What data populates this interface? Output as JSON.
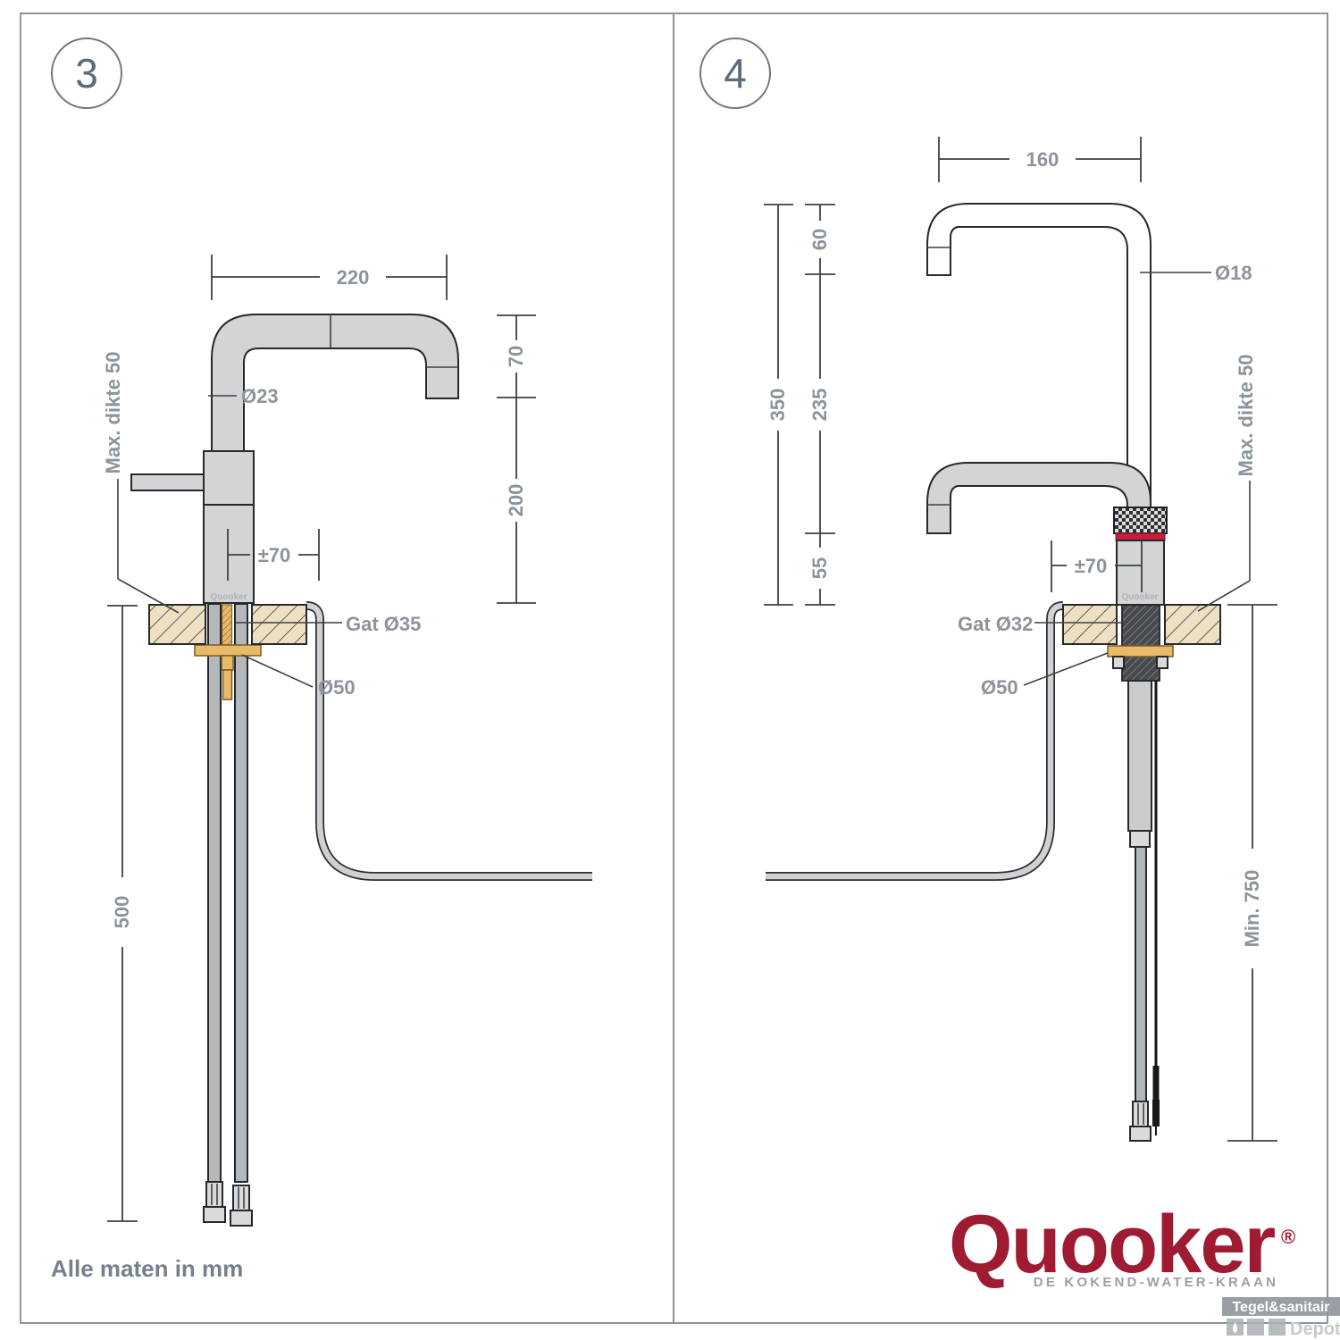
{
  "page": {
    "note": "Alle maten in mm"
  },
  "panel3": {
    "number": "3",
    "faucet_brand": "Quooker",
    "dims": {
      "spout_width": "220",
      "spout_drop": "70",
      "body_height": "200",
      "spout_diameter": "Ø23",
      "handle_clearance": "±70",
      "hole_diameter": "Gat Ø35",
      "base_diameter": "Ø50",
      "max_thickness": "Max. dikte 50",
      "hose_length": "500"
    }
  },
  "panel4": {
    "number": "4",
    "faucet_brand": "Quooker",
    "dims": {
      "spout_width": "160",
      "spout_diameter": "Ø18",
      "total_height": "350",
      "spout_height": "235",
      "spout_top": "60",
      "base_height": "55",
      "max_thickness": "Max. dikte 50",
      "handle_clearance": "±70",
      "hole_diameter": "Gat Ø32",
      "base_diameter": "Ø50",
      "min_hose_length": "Min. 750"
    }
  },
  "branding": {
    "logo": "Quooker",
    "registered": "®",
    "tagline": "DE KOKEND-WATER-KRAAN",
    "logo_color": "#9e1b32"
  },
  "watermark": {
    "primary": "Tegel&sanitair",
    "secondary": "Depot"
  },
  "colors": {
    "accent_red": "#9e1b32",
    "brass": "#e9ba6a",
    "metal": "#d2d4d6",
    "label_gray": "#8c939b"
  }
}
